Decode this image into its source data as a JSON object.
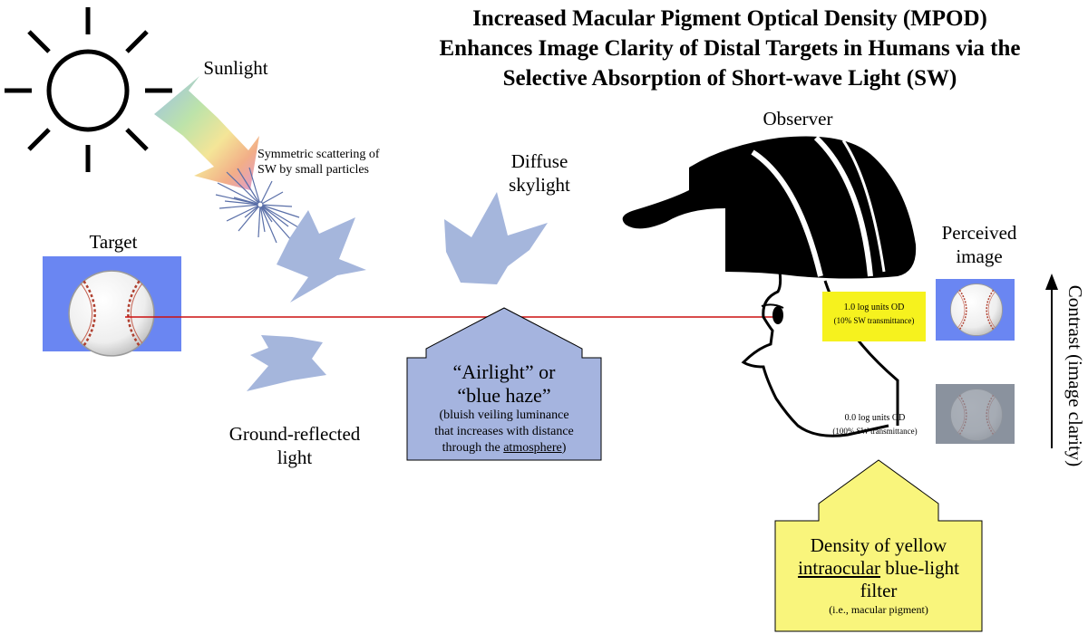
{
  "title": {
    "line1": "Increased Macular Pigment Optical Density (MPOD)",
    "line2": "Enhances Image Clarity of Distal Targets in Humans via the",
    "line3": "Selective Absorption of Short-wave Light (SW)"
  },
  "sunlight_label": "Sunlight",
  "scatter_label": {
    "line1": "Symmetric scattering of",
    "line2": "SW by small particles"
  },
  "skylight_label": {
    "line1": "Diffuse",
    "line2": "skylight"
  },
  "target_label": "Target",
  "ground_label": {
    "line1": "Ground-reflected",
    "line2": "light"
  },
  "airlight": {
    "line1": "“Airlight” or",
    "line2": "“blue haze”",
    "line3": "(bluish veiling luminance",
    "line4": "that increases with distance",
    "line5_prefix": "through the ",
    "line5_link": "atmosphere",
    "line5_suffix": ")"
  },
  "observer_label": "Observer",
  "perceived_label": {
    "line1": "Perceived",
    "line2": "image"
  },
  "high_od": {
    "line1": "1.0 log units OD",
    "line2": "(10% SW transmittance)"
  },
  "low_od": {
    "line1": "0.0 log units OD",
    "line2": "(100% SW transmittance)"
  },
  "contrast_label": "Contrast (image clarity)",
  "filter_box": {
    "line1": "Density of yellow",
    "line2_link": "intraocular",
    "line2_suffix": " blue-light",
    "line3": "filter",
    "line4": "(i.e., macular pigment)"
  },
  "colors": {
    "target_bg": "#6a86f2",
    "arrow_fill": "#a5b6dc",
    "callout_fill": "#a5b4df",
    "yellow": "#f9f57c",
    "yellow_strong": "#f6f21e",
    "haze_bg": "#8a929e",
    "sight_line": "#cc1010"
  },
  "icons": [
    "sun-icon",
    "rainbow-beam-icon",
    "scatter-particle-icon",
    "baseball-icon",
    "observer-head-icon",
    "up-arrow-icon"
  ]
}
